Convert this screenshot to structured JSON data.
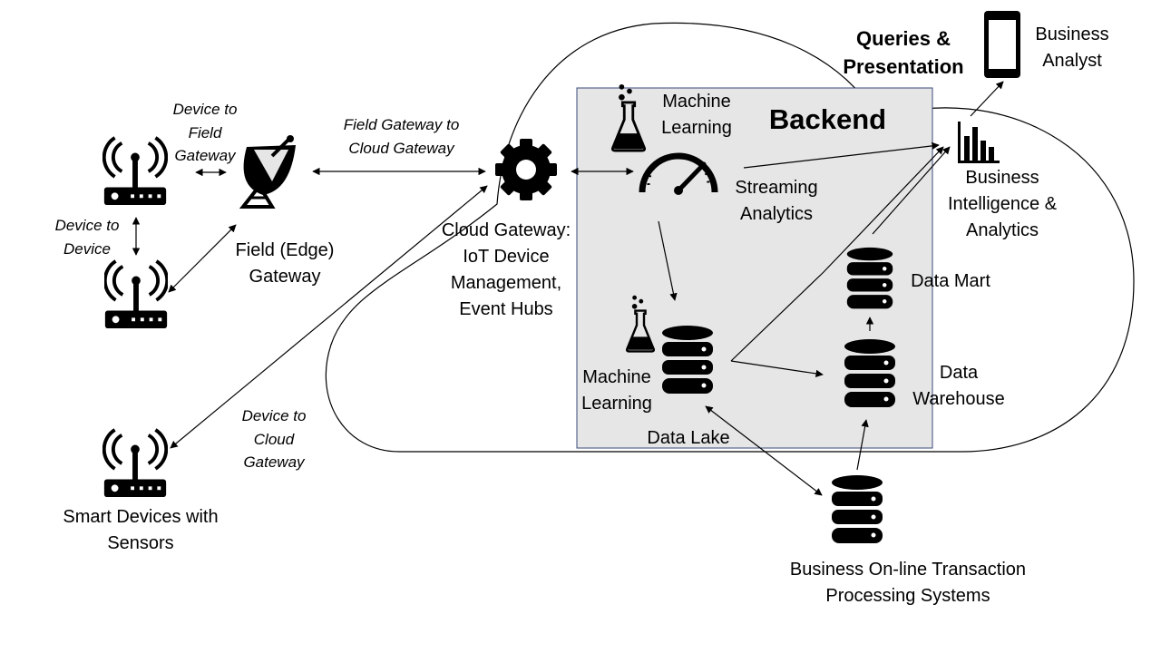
{
  "colors": {
    "backend_fill": "#e6e6e6",
    "backend_border": "#3a4a7a",
    "icon": "#000000"
  },
  "icons": [
    "router-icon",
    "satellite-dish-icon",
    "gear-icon",
    "gauge-icon",
    "flask-icon",
    "database-icon",
    "bar-chart-icon",
    "smartphone-icon"
  ],
  "labels": {
    "device_to_field_gateway": "Device to\nField\nGateway",
    "device_to_device": "Device to\nDevice",
    "field_gateway_to_cloud_gateway": "Field Gateway to\nCloud Gateway",
    "device_to_cloud_gateway": "Device to\nCloud\nGateway",
    "field_edge_gateway": "Field (Edge)\nGateway",
    "cloud_gateway": "Cloud Gateway:\nIoT Device\nManagement,\nEvent Hubs",
    "smart_devices": "Smart Devices with\nSensors",
    "backend": "Backend",
    "machine_learning_top": "Machine\nLearning",
    "streaming_analytics": "Streaming\nAnalytics",
    "machine_learning_bottom": "Machine\nLearning",
    "data_lake": "Data Lake",
    "data_mart": "Data Mart",
    "data_warehouse": "Data\nWarehouse",
    "business_intelligence": "Business\nIntelligence &\nAnalytics",
    "queries_presentation": "Queries &\nPresentation",
    "business_analyst": "Business\nAnalyst",
    "oltp": "Business On-line Transaction\nProcessing Systems"
  }
}
